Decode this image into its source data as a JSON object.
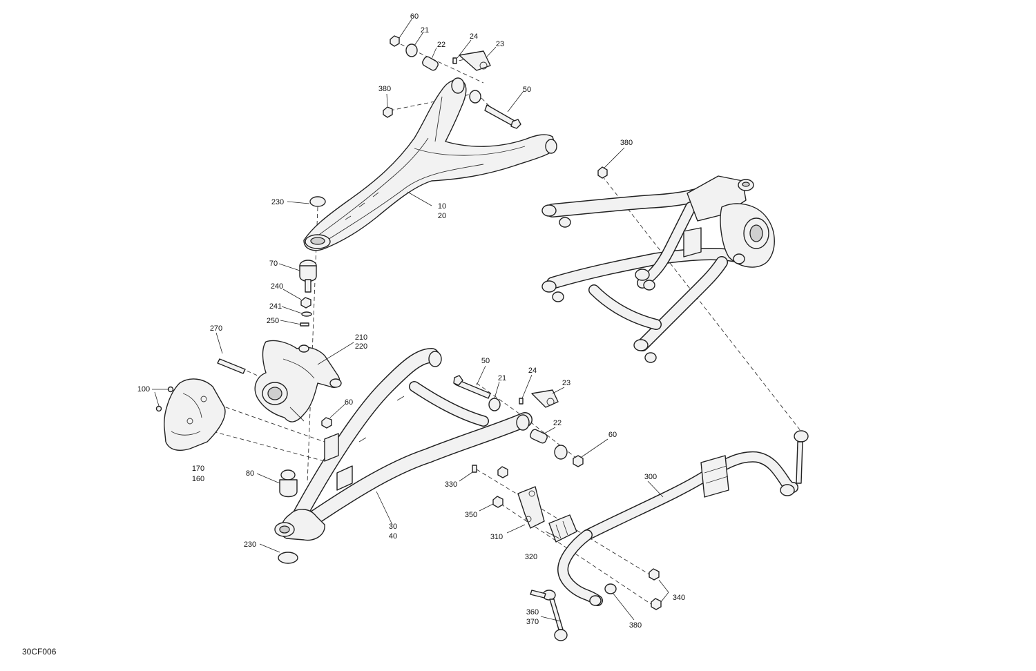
{
  "diagram": {
    "code": "30CF006"
  },
  "callouts": {
    "c60_top": "60",
    "c21_top": "21",
    "c22_top": "22",
    "c24_top": "24",
    "c23_top": "23",
    "c380_top": "380",
    "c50_top": "50",
    "c380_right": "380",
    "c230_top": "230",
    "c10_20": [
      "10",
      "20"
    ],
    "c70": "70",
    "c240": "240",
    "c241": "241",
    "c250": "250",
    "c270": "270",
    "c210_220": [
      "210",
      "220"
    ],
    "c100": "100",
    "c60_knuckle": "60",
    "c170_160": [
      "170",
      "160"
    ],
    "c80": "80",
    "c230_bottom": "230",
    "c30_40": [
      "30",
      "40"
    ],
    "c50_lower": "50",
    "c21_lower": "21",
    "c24_lower": "24",
    "c23_lower": "23",
    "c22_lower": "22",
    "c60_lower": "60",
    "c300": "300",
    "c330": "330",
    "c350": "350",
    "c310": "310",
    "c320": "320",
    "c340": "340",
    "c360_370": [
      "360",
      "370"
    ],
    "c380_bottom": "380"
  }
}
